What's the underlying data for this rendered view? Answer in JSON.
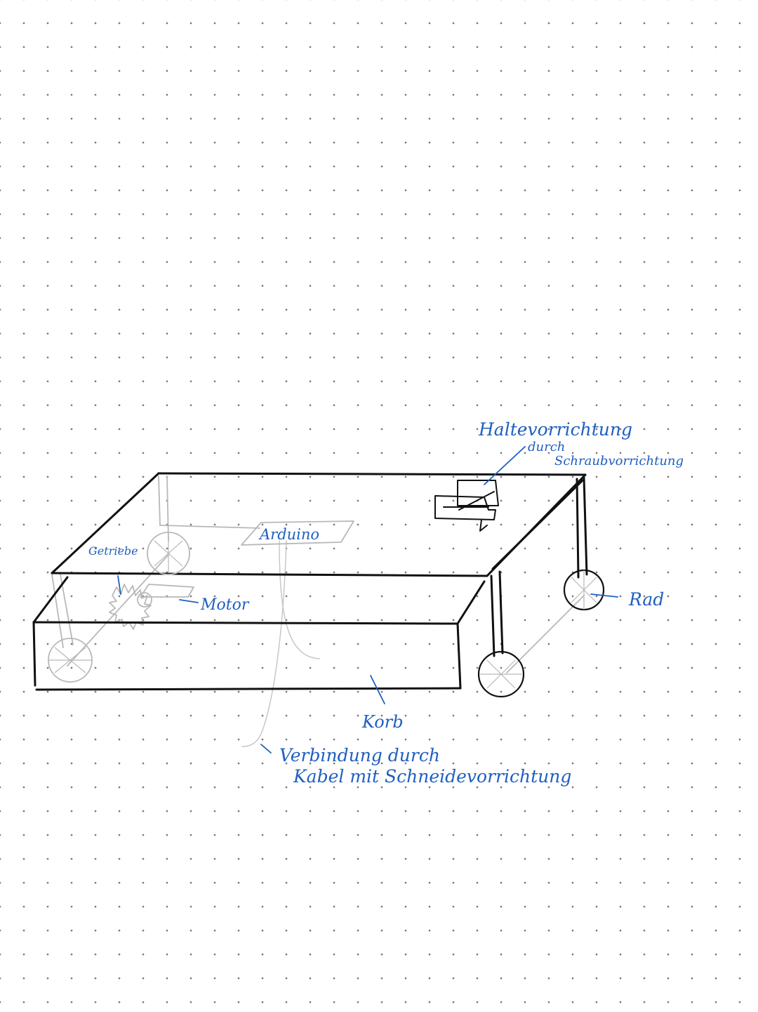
{
  "labels": {
    "haltevorrichtung": "Haltevorrichtung",
    "durch": "durch",
    "schraubvorrichtung": "Schraubvorrichtung",
    "arduino": "Arduino",
    "getriebe": "Getriebe",
    "motor": "Motor",
    "rad": "Rad",
    "korb": "Korb",
    "verbindung_line1": "Verbindung durch",
    "verbindung_line2": "Kabel mit Schneidevorrichtung"
  },
  "colors": {
    "ink": "#111111",
    "annotation": "#1f5fbf",
    "hidden_lines": "#b8b8b8",
    "dot_grid": "#7a7a7a"
  }
}
